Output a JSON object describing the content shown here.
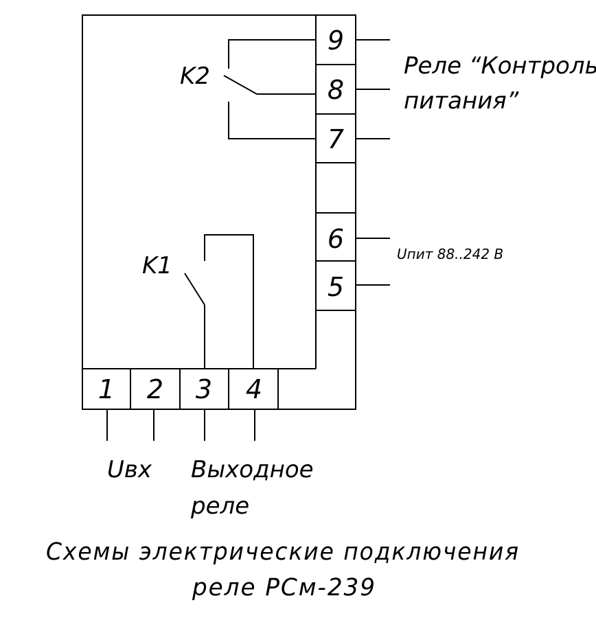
{
  "terminals": {
    "t1": "1",
    "t2": "2",
    "t3": "3",
    "t4": "4",
    "t5": "5",
    "t6": "6",
    "t7": "7",
    "t8": "8",
    "t9": "9"
  },
  "contacts": {
    "k1": "K1",
    "k2": "K2"
  },
  "labels": {
    "relay_control_line1": "Реле “Контроль",
    "relay_control_line2": "питания”",
    "supply": "Uпит 88..242 В",
    "input": "Uвх",
    "output_line1": "Выходное",
    "output_line2": "реле"
  },
  "caption": {
    "line1": "Схемы электрические подключения",
    "line2": "реле РСм-239"
  }
}
